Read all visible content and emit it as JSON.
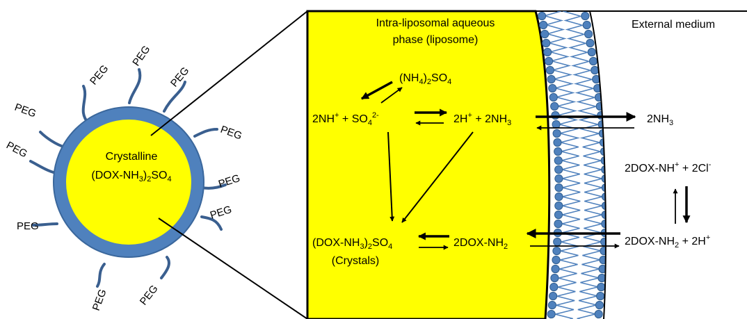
{
  "liposome": {
    "core_line1": "Crystalline",
    "core_line2_pre": "(DOX-NH",
    "core_line2_sub1": "3",
    "core_line2_mid": ")",
    "core_line2_sub2": "2",
    "core_line2_post": "SO",
    "core_line2_sub3": "4",
    "peg_label": "PEG",
    "colors": {
      "core": "#ffff00",
      "shell": "#4f81bd",
      "shell_edge": "#3a679c",
      "tether": "#3a5f8f"
    }
  },
  "inner": {
    "title_line1": "Intra-liposomal aqueous",
    "title_line2": "phase (liposome)",
    "ammonium_sulfate": {
      "pre": "(NH",
      "sub1": "4",
      "mid": ")",
      "sub2": "2",
      "post": "SO",
      "sub3": "4"
    },
    "dissociated": {
      "a": "2NH",
      "sup1": "+",
      "b": " + SO",
      "sub": "4",
      "sup2": "2-"
    },
    "protons_ammonia": {
      "a": "2H",
      "sup": "+",
      "b": " + 2NH",
      "sub": "3"
    },
    "dox_sulfate": {
      "pre": "(DOX-NH",
      "sub1": "3",
      "mid": ")",
      "sub2": "2",
      "post": "SO",
      "sub3": "4"
    },
    "crystals": "(Crystals)",
    "dox_base": {
      "a": "2DOX-NH",
      "sub": "2"
    },
    "colors": {
      "phase": "#ffff00"
    }
  },
  "external": {
    "title": "External medium",
    "ammonia": {
      "a": "2NH",
      "sub": "3"
    },
    "dox_chloride": {
      "a": "2DOX-NH",
      "sup1": "+",
      "b": " + 2Cl",
      "sup2": "-"
    },
    "dox_base_proton": {
      "a": "2DOX-NH",
      "sub": "2",
      "b": " + 2H",
      "sup": "+"
    }
  },
  "membrane": {
    "colors": {
      "head": "#4f81bd",
      "head_edge": "#2f5d8f",
      "tail": "#4f81bd",
      "background": "#ffffff"
    }
  }
}
